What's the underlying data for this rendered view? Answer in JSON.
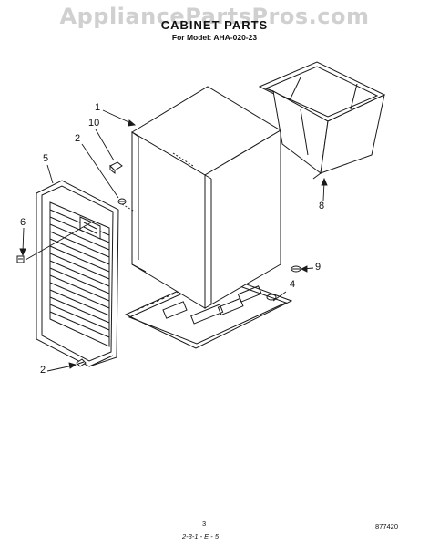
{
  "watermark": "AppliancePartsPros.com",
  "title": "CABINET PARTS",
  "subtitle": "For Model: AHA-020-23",
  "callouts": [
    "1",
    "10",
    "2",
    "5",
    "6",
    "2",
    "8",
    "9",
    "4"
  ],
  "footer": {
    "page": "3",
    "code": "2-3-1 - E - 5",
    "part_number": "877420"
  },
  "colors": {
    "line": "#1a1a1a",
    "fill": "#ffffff"
  }
}
